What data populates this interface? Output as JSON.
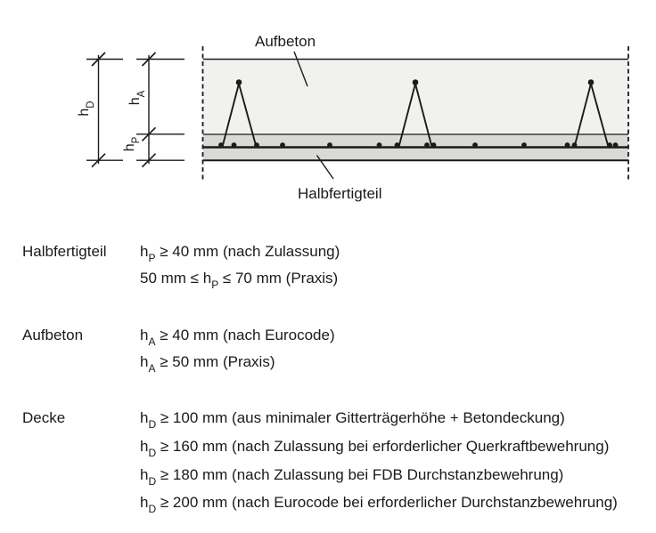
{
  "diagram": {
    "aufbeton_label": "Aufbeton",
    "halbfertigteil_label": "Halbfertigteil",
    "dims": {
      "hD": {
        "base": "h",
        "sub": "D"
      },
      "hA": {
        "base": "h",
        "sub": "A"
      },
      "hP": {
        "base": "h",
        "sub": "P"
      }
    },
    "colors": {
      "aufbeton_fill": "#f1f1ef",
      "halbfertigteil_fill": "#d9d9d6",
      "line": "#1a1a1a"
    }
  },
  "specs": [
    {
      "label": "Halbfertigteil",
      "lines": [
        [
          {
            "t": "h"
          },
          {
            "s": "P"
          },
          {
            "t": " ≥ 40 mm (nach Zulassung)"
          }
        ],
        [
          {
            "t": "50 mm ≤ h"
          },
          {
            "s": "P"
          },
          {
            "t": " ≤ 70 mm (Praxis)"
          }
        ]
      ]
    },
    {
      "label": "Aufbeton",
      "lines": [
        [
          {
            "t": "h"
          },
          {
            "s": "A"
          },
          {
            "t": " ≥ 40 mm (nach Eurocode)"
          }
        ],
        [
          {
            "t": "h"
          },
          {
            "s": "A"
          },
          {
            "t": " ≥ 50 mm (Praxis)"
          }
        ]
      ]
    },
    {
      "label": "Decke",
      "lines": [
        [
          {
            "t": "h"
          },
          {
            "s": "D"
          },
          {
            "t": " ≥ 100 mm (aus minimaler Gitterträgerhöhe + Betondeckung)"
          }
        ],
        [
          {
            "t": "h"
          },
          {
            "s": "D"
          },
          {
            "t": " ≥ 160 mm (nach Zulassung bei erforderlicher Querkraftbewehrung)"
          }
        ],
        [
          {
            "t": "h"
          },
          {
            "s": "D"
          },
          {
            "t": " ≥ 180 mm (nach Zulassung bei FDB Durchstanzbewehrung)"
          }
        ],
        [
          {
            "t": "h"
          },
          {
            "s": "D"
          },
          {
            "t": " ≥ 200 mm (nach Eurocode bei erforderlicher Durchstanzbewehrung)"
          }
        ]
      ]
    }
  ]
}
